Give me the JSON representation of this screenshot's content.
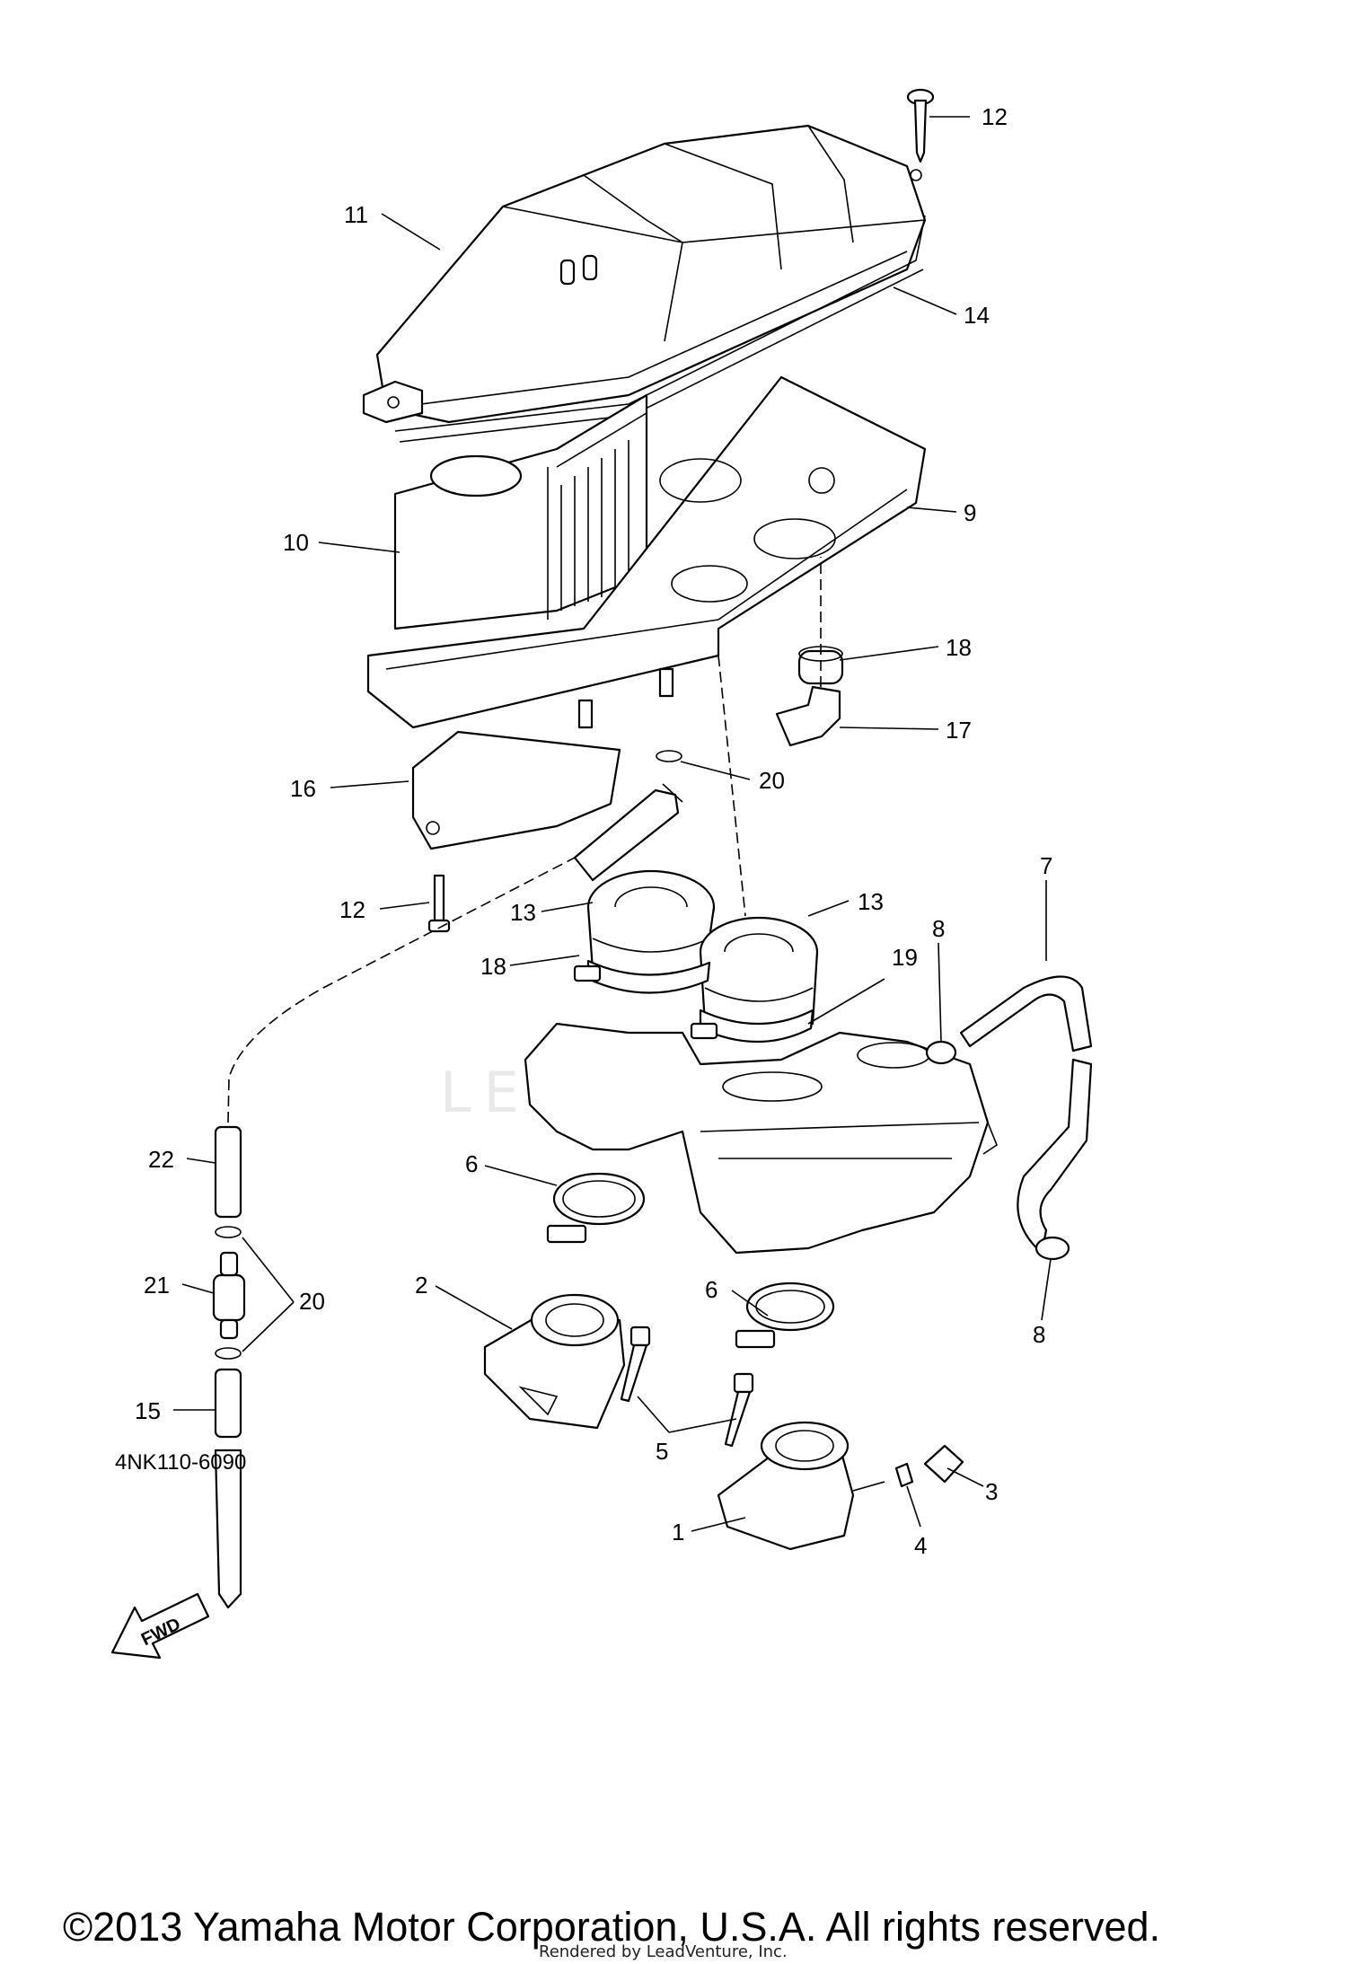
{
  "callouts": [
    {
      "id": "1",
      "text": "1"
    },
    {
      "id": "2",
      "text": "2"
    },
    {
      "id": "3",
      "text": "3"
    },
    {
      "id": "4",
      "text": "4"
    },
    {
      "id": "5",
      "text": "5"
    },
    {
      "id": "6a",
      "text": "6"
    },
    {
      "id": "6b",
      "text": "6"
    },
    {
      "id": "7",
      "text": "7"
    },
    {
      "id": "8a",
      "text": "8"
    },
    {
      "id": "8b",
      "text": "8"
    },
    {
      "id": "9",
      "text": "9"
    },
    {
      "id": "10",
      "text": "10"
    },
    {
      "id": "11",
      "text": "11"
    },
    {
      "id": "12a",
      "text": "12"
    },
    {
      "id": "12b",
      "text": "12"
    },
    {
      "id": "13a",
      "text": "13"
    },
    {
      "id": "13b",
      "text": "13"
    },
    {
      "id": "14",
      "text": "14"
    },
    {
      "id": "15",
      "text": "15"
    },
    {
      "id": "16",
      "text": "16"
    },
    {
      "id": "17",
      "text": "17"
    },
    {
      "id": "18a",
      "text": "18"
    },
    {
      "id": "18b",
      "text": "18"
    },
    {
      "id": "19",
      "text": "19"
    },
    {
      "id": "20a",
      "text": "20"
    },
    {
      "id": "20b",
      "text": "20"
    },
    {
      "id": "21",
      "text": "21"
    },
    {
      "id": "22",
      "text": "22"
    }
  ],
  "fwd_label": "FWD",
  "diagram_code": "4NK110-6090",
  "watermark": "LEADVENTURE",
  "copyright": "©2013 Yamaha Motor Corporation, U.S.A. All rights reserved.",
  "rendered_by": "Rendered by LeadVenture, Inc."
}
